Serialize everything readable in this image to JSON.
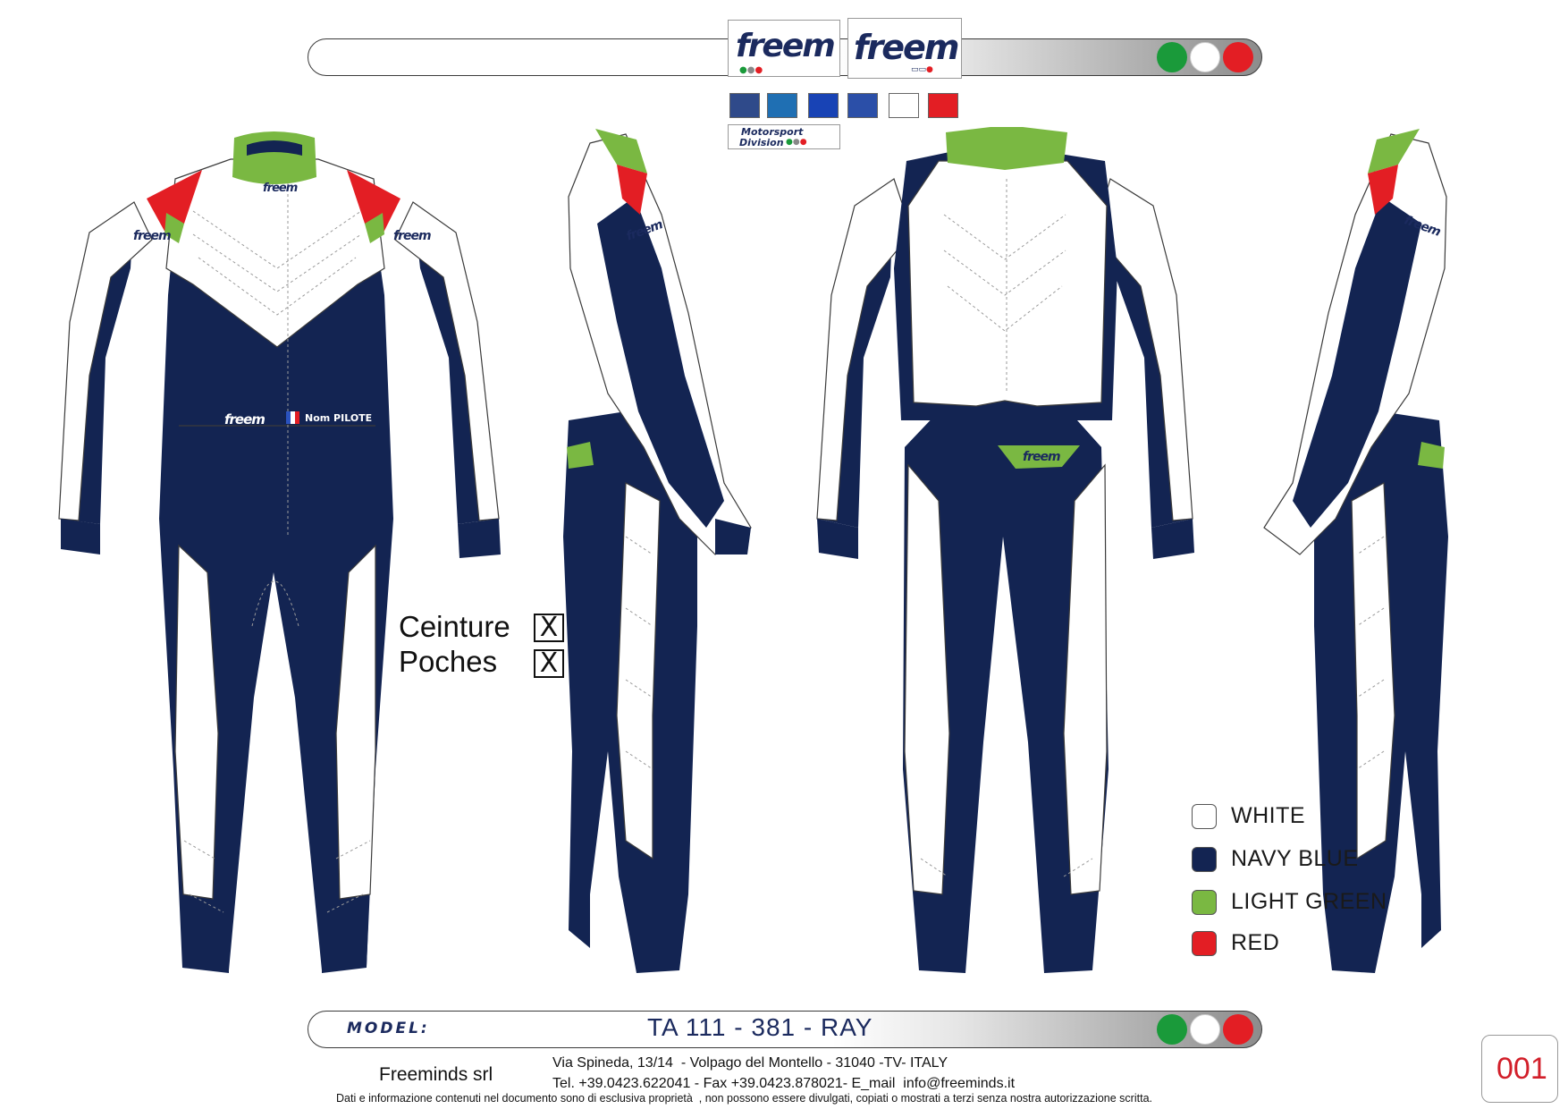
{
  "brand": {
    "logo_main": "freem",
    "logo_fia": "freem",
    "division_line1": "Motorsport",
    "division_line2": "Division"
  },
  "suit_logo": "freem",
  "pilot_name": "Nom PILOTE",
  "palette_swatches": [
    "#2f4a8a",
    "#1f6fb3",
    "#1843b5",
    "#2b4fa8",
    "#ffffff",
    "#e31e24"
  ],
  "flag_colors": [
    "#1a9a3a",
    "#ffffff",
    "#e31e24"
  ],
  "options": [
    {
      "label": "Ceinture",
      "mark": "X"
    },
    {
      "label": "Poches",
      "mark": "X"
    }
  ],
  "legend": [
    {
      "label": "WHITE",
      "color": "#ffffff"
    },
    {
      "label": "NAVY BLUE",
      "color": "#132452"
    },
    {
      "label": "LIGHT GREEN",
      "color": "#7ab842"
    },
    {
      "label": "RED",
      "color": "#e31e24"
    }
  ],
  "model": {
    "prefix": "MODEL:",
    "code": "TA 111 - 381 - RAY"
  },
  "footer": {
    "company": "Freeminds srl",
    "address": "Via Spineda, 13/14  - Volpago del Montello - 31040 -TV- ITALY",
    "contact": "Tel. +39.0423.622041 - Fax +39.0423.878021- E_mail  info@freeminds.it",
    "disclaimer": "Dati e informazione contenuti nel documento sono di esclusiva proprietà  , non possono essere divulgati, copiati o mostrati a terzi senza nostra autorizzazione scritta.",
    "page_number": "001"
  }
}
